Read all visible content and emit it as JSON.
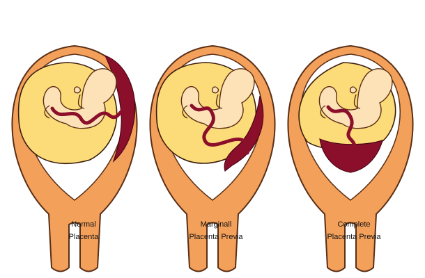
{
  "panels": [
    {
      "line1": "Normal",
      "line2": "Placenta",
      "placenta_position": "upper uterine wall"
    },
    {
      "line1": "Marginall",
      "line2": "Placenta Previa",
      "placenta_position": "lower uterine wall, reaching cervix edge"
    },
    {
      "line1": "Complete",
      "line2": "Placenta Previa",
      "placenta_position": "covering cervix"
    }
  ],
  "colors": {
    "uterus_wall": "#f3a05b",
    "uterus_outline": "#5a2f16",
    "sac_outline": "#3a1c0c",
    "amniotic_fluid": "#fbdc78",
    "fetus": "#fde2b8",
    "placenta": "#8b0f2a",
    "background": "#ffffff"
  }
}
